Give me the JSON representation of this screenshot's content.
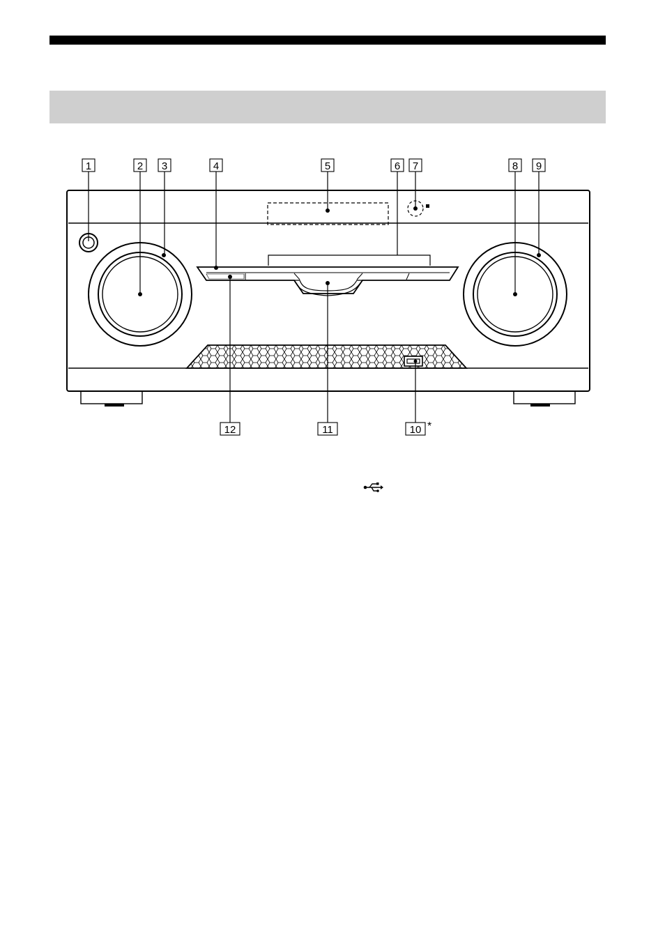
{
  "callouts": [
    "1",
    "2",
    "3",
    "4",
    "5",
    "6",
    "7",
    "8",
    "9",
    "10",
    "11",
    "12"
  ],
  "usb_footnote_mark": "*",
  "colors": {
    "section_band": "#cfcfcf",
    "rule": "#000000"
  },
  "icons": {
    "usb_symbol": "usb-icon"
  }
}
